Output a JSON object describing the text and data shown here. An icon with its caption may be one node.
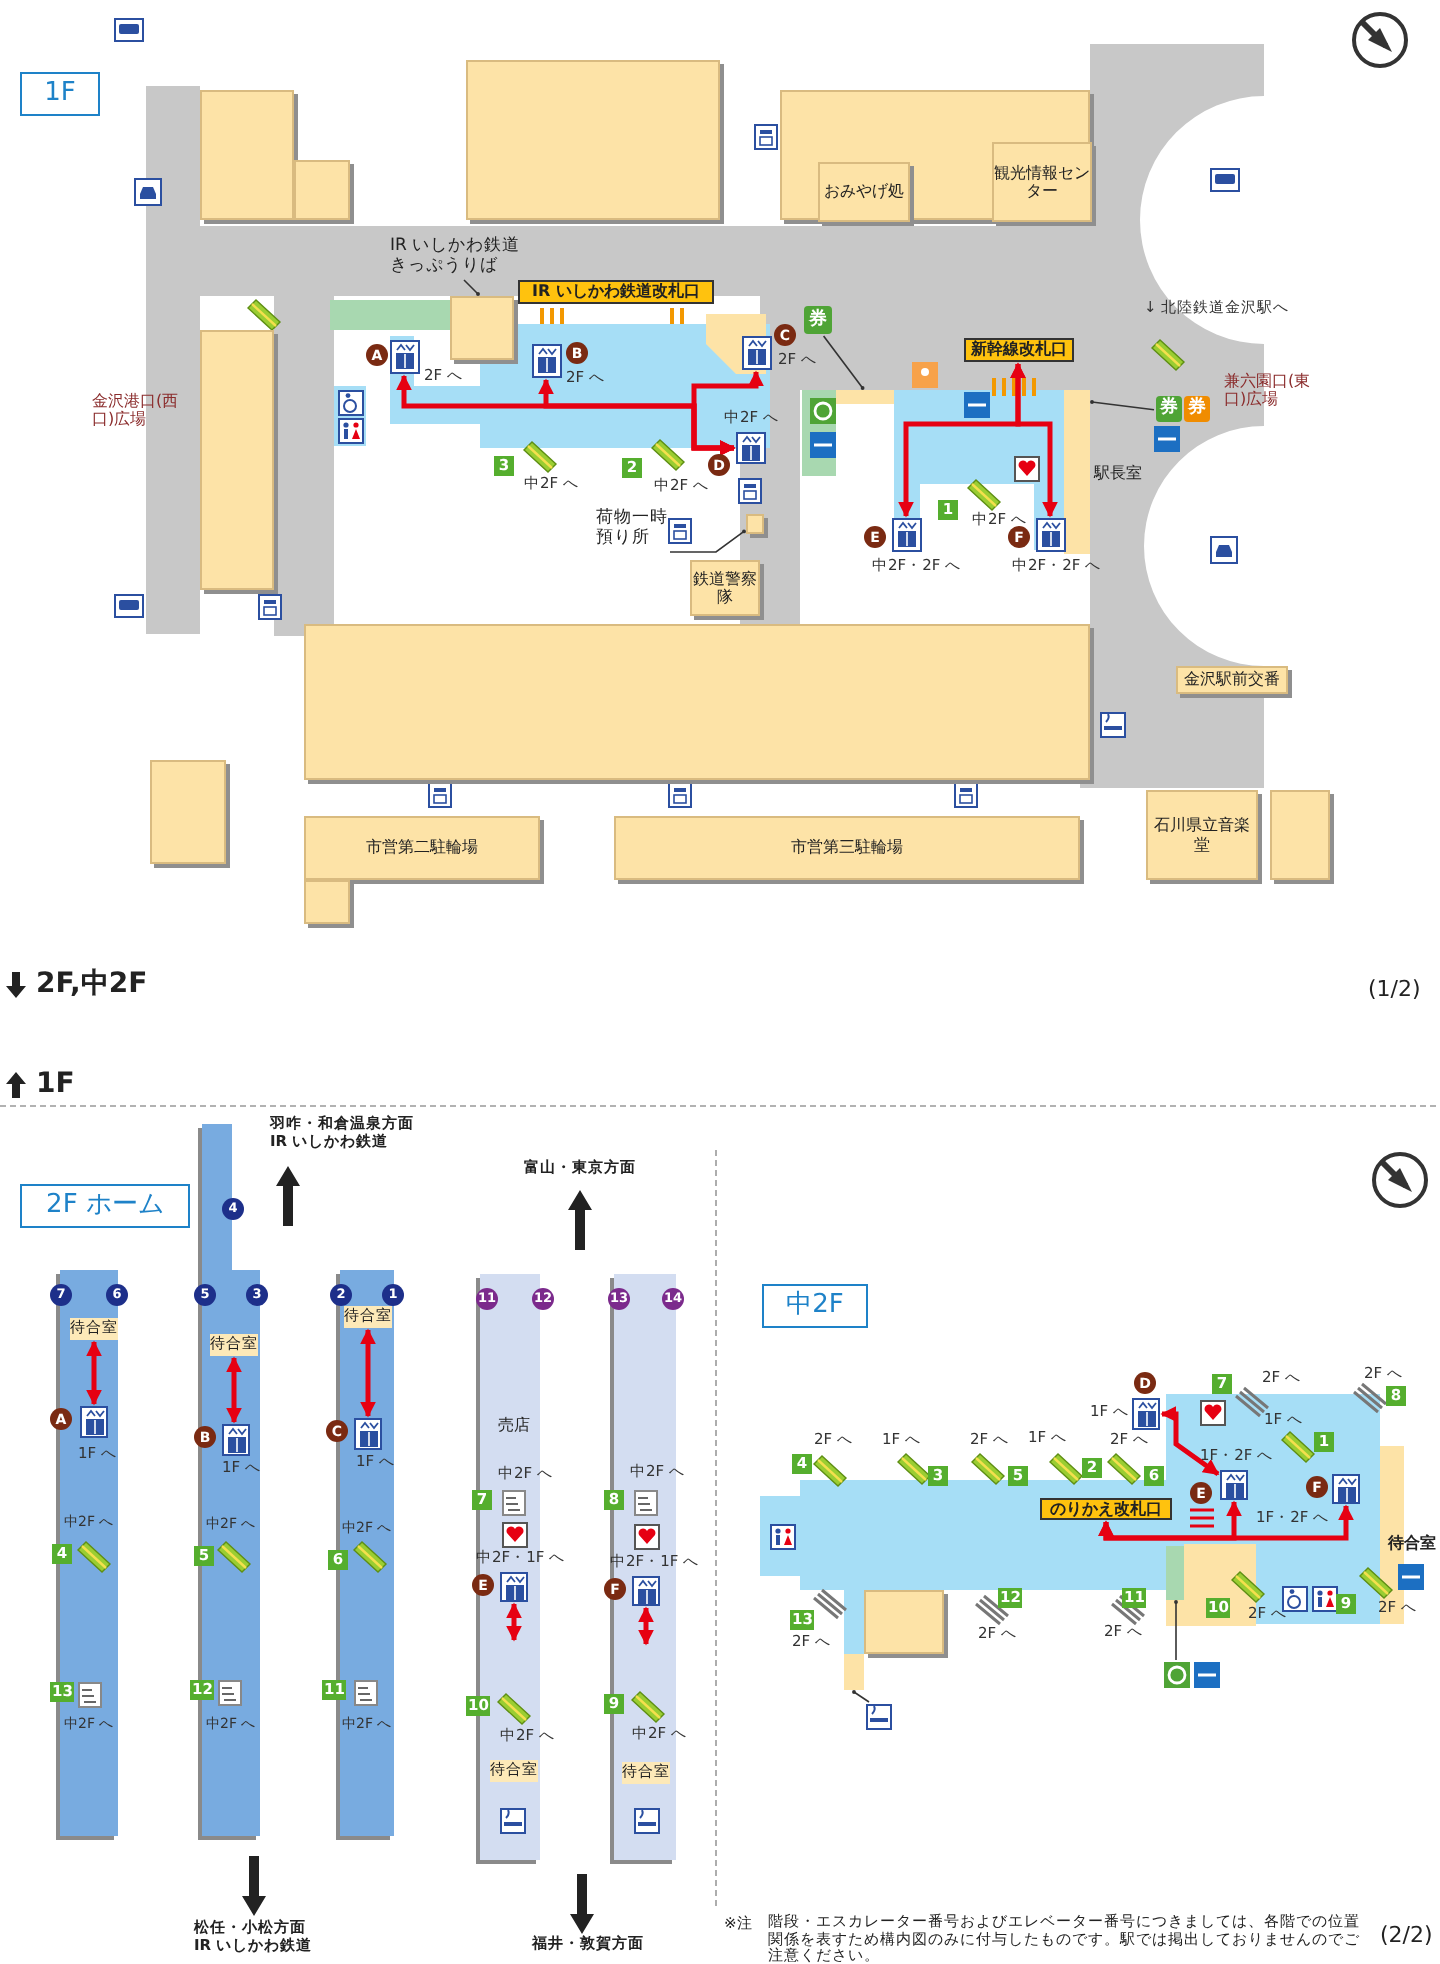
{
  "diagram": {
    "nodes": [
      {
        "text": [],
        "shape": "box"
      },
      {
        "text": [],
        "shape": "box"
      },
      {
        "text": [],
        "shape": "box"
      },
      {
        "text": [],
        "shape": "box"
      },
      {
        "text": [
          "おみやげ処"
        ],
        "in": 3
      },
      {
        "text": [
          "観光情報センター"
        ],
        "in": 3
      },
      {
        "text": [
          "IR いしかわ鉄道きっぷうりば"
        ]
      },
      {
        "text": [],
        "shape": "box"
      },
      {
        "text": [
          "IR いしかわ鉄道改札口"
        ]
      },
      {
        "text": [
          "新幹線改札口"
        ]
      },
      {
        "text": [],
        "shape": "box",
        "beside": [
          "駅長室"
        ]
      },
      {
        "text": [
          "荷物一時預り所"
        ]
      },
      {
        "text": [],
        "shape": "box"
      },
      {
        "text": [
          "鉄道警察隊"
        ]
      },
      {
        "text": [],
        "shape": "box"
      },
      {
        "text": [],
        "shape": "box"
      },
      {
        "text": [
          "金沢駅前交番"
        ]
      },
      {
        "text": [],
        "shape": "box"
      },
      {
        "text": [
          "市営第二駐輪場"
        ]
      },
      {
        "text": [],
        "shape": "box"
      },
      {
        "text": [
          "市営第三駐輪場"
        ]
      },
      {
        "text": [
          "石川県立音楽堂"
        ]
      },
      {
        "text": [],
        "shape": "box"
      },
      {
        "text": [],
        "shape": "picture",
        "beside": [
          "A",
          "2F へ"
        ]
      },
      {
        "text": [],
        "shape": "picture",
        "beside": [
          "B",
          "2F へ"
        ]
      },
      {
        "text": [],
        "shape": "picture",
        "beside": [
          "C",
          "2F へ"
        ]
      },
      {
        "text": [],
        "shape": "picture",
        "beside": [
          "D",
          "中2F へ"
        ]
      },
      {
        "text": [],
        "shape": "picture",
        "beside": [
          "E",
          "中2F・2F へ"
        ]
      },
      {
        "text": [],
        "shape": "picture",
        "beside": [
          "F",
          "中2F・2F へ"
        ]
      },
      {
        "text": [
          "券"
        ]
      },
      {
        "text": [
          "券"
        ]
      },
      {
        "text": [
          "券"
        ]
      },
      {
        "text": [
          "待合室"
        ]
      },
      {
        "text": [
          "待合室"
        ]
      },
      {
        "text": [
          "待合室"
        ]
      },
      {
        "text": [],
        "shape": "picture",
        "beside": [
          "A",
          "1F へ"
        ]
      },
      {
        "text": [],
        "shape": "picture",
        "beside": [
          "B",
          "1F へ"
        ]
      },
      {
        "text": [],
        "shape": "picture",
        "beside": [
          "C",
          "1F へ"
        ]
      },
      {
        "text": [],
        "shape": "picture",
        "beside": [
          "E",
          "中2F・1F へ"
        ]
      },
      {
        "text": [],
        "shape": "picture",
        "beside": [
          "F",
          "中2F・1F へ"
        ]
      },
      {
        "text": [
          "待合室"
        ]
      },
      {
        "text": [
          "待合室"
        ]
      },
      {
        "text": [],
        "shape": "picture",
        "beside": [
          "D",
          "1F へ"
        ]
      },
      {
        "text": [],
        "shape": "picture",
        "beside": [
          "E",
          "1F・2F へ"
        ]
      },
      {
        "text": [],
        "shape": "picture",
        "beside": [
          "F",
          "1F・2F へ"
        ]
      },
      {
        "text": [],
        "shape": "box"
      },
      {
        "text": [
          "のりかえ改札口"
        ]
      },
      {
        "text": [],
        "shape": "box"
      },
      {
        "text": [],
        "shape": "box"
      },
      {
        "text": [],
        "shape": "box"
      },
      {
        "text": [],
        "shape": "picture"
      },
      {
        "text": [],
        "shape": "picture"
      }
    ],
    "edges": [
      {
        "from": 6,
        "to": 7,
        "arrow": "other",
        "color": "#333333"
      },
      {
        "from": 11,
        "to": 12,
        "arrow": "other",
        "color": "#333333"
      },
      {
        "from": 29,
        "to": 47,
        "arrow": "other",
        "color": "#333333"
      },
      {
        "from": 30,
        "to": 10,
        "arrow": "other",
        "color": "#333333"
      },
      {
        "from": 26,
        "to": 23,
        "arrow": "both"
      },
      {
        "from": 26,
        "to": 24,
        "arrow": "both"
      },
      {
        "from": 26,
        "to": 25,
        "arrow": "both"
      },
      {
        "from": 9,
        "to": 27,
        "arrow": "both"
      },
      {
        "from": 9,
        "to": 28,
        "arrow": "both"
      },
      {
        "from": 32,
        "to": 35,
        "arrow": "both"
      },
      {
        "from": 33,
        "to": 36,
        "arrow": "both"
      },
      {
        "from": 34,
        "to": 37,
        "arrow": "both"
      },
      {
        "from": 38,
        "to": null,
        "arrow": "both"
      },
      {
        "from": 39,
        "to": null,
        "arrow": "both"
      },
      {
        "from": 42,
        "to": 43,
        "arrow": "both"
      },
      {
        "from": 43,
        "to": 46,
        "arrow": "both"
      },
      {
        "from": 44,
        "to": 46,
        "arrow": "both"
      },
      {
        "from": 50,
        "to": 48,
        "arrow": "other",
        "color": "#333333"
      },
      {
        "from": 51,
        "to": 49,
        "arrow": "other",
        "color": "#333333"
      }
    ],
    "labels": [
      "1F",
      "金沢港口(西口)広場",
      "↓ 北陸鉄道金沢駅へ",
      "兼六園口(東口)広場",
      "3",
      "中2F へ",
      "2",
      "中2F へ",
      "1",
      "中2F へ",
      "2F,中2F",
      "(1/2)",
      "1F",
      "2F ホーム",
      "羽咋・和倉温泉方面",
      "IR いしかわ鉄道",
      "富山・東京方面",
      "7",
      "6",
      "4",
      "5",
      "3",
      "2",
      "1",
      "11",
      "12",
      "13",
      "14",
      "売店",
      "中2F へ",
      "7",
      "中2F へ",
      "8",
      "中2F へ",
      "4",
      "中2F へ",
      "5",
      "中2F へ",
      "6",
      "13",
      "中2F へ",
      "12",
      "中2F へ",
      "11",
      "中2F へ",
      "10",
      "中2F へ",
      "9",
      "中2F へ",
      "松任・小松方面",
      "IR いしかわ鉄道",
      "福井・敦賀方面",
      "中2F",
      "4",
      "2F へ",
      "3",
      "1F へ",
      "5",
      "2F へ",
      "2",
      "1F へ",
      "6",
      "2F へ",
      "7",
      "2F へ",
      "8",
      "2F へ",
      "1",
      "1F へ",
      "待合室",
      "12",
      "2F へ",
      "11",
      "2F へ",
      "13",
      "2F へ",
      "10",
      "2F へ",
      "9",
      "2F へ",
      "※注",
      "階段・エスカレーター番号およびエレベーター番号につきましては、各階での位置関係を表すため構内図のみに付与したものです。駅では掲出しておりませんのでご注意ください。",
      "(2/2)"
    ]
  }
}
